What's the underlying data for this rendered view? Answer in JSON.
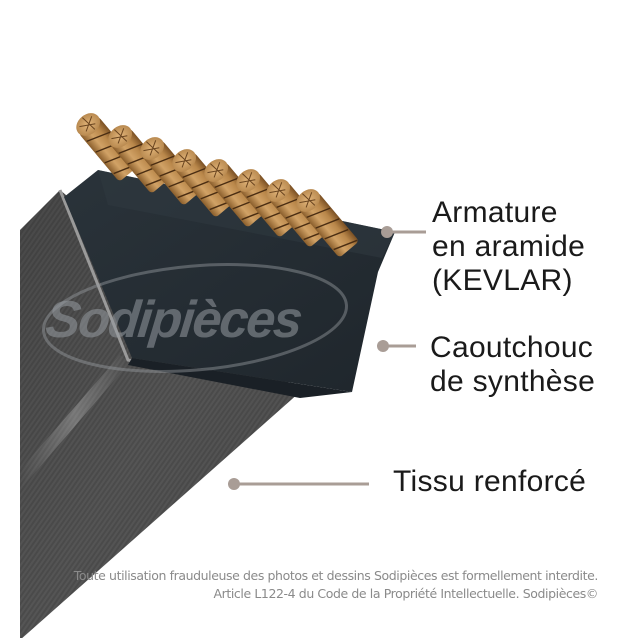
{
  "diagram": {
    "subject": "V-belt cross-section",
    "colors": {
      "background": "#ffffff",
      "fabric_outer": "#4a4a4a",
      "rubber_core": "#242c33",
      "cord": "#b8884c",
      "cord_stripe": "#5a3a1a",
      "leader_line": "#a99d96",
      "label_text": "#1a1a1a",
      "copyright_text": "#8a8a8a"
    },
    "cord_count": 8
  },
  "labels": [
    {
      "id": "armature",
      "lines": [
        "Armature",
        "en aramide",
        "(KEVLAR)"
      ]
    },
    {
      "id": "caoutchouc",
      "lines": [
        "Caoutchouc",
        "de synthèse"
      ]
    },
    {
      "id": "tissu",
      "lines": [
        "Tissu renforcé"
      ]
    }
  ],
  "watermark": {
    "text": "Sodipièces"
  },
  "copyright": {
    "line1": "Toute utilisation frauduleuse des photos et dessins Sodipièces est formellement interdite.",
    "line2": "Article L122-4 du Code de la Propriété Intellectuelle. Sodipièces©"
  }
}
